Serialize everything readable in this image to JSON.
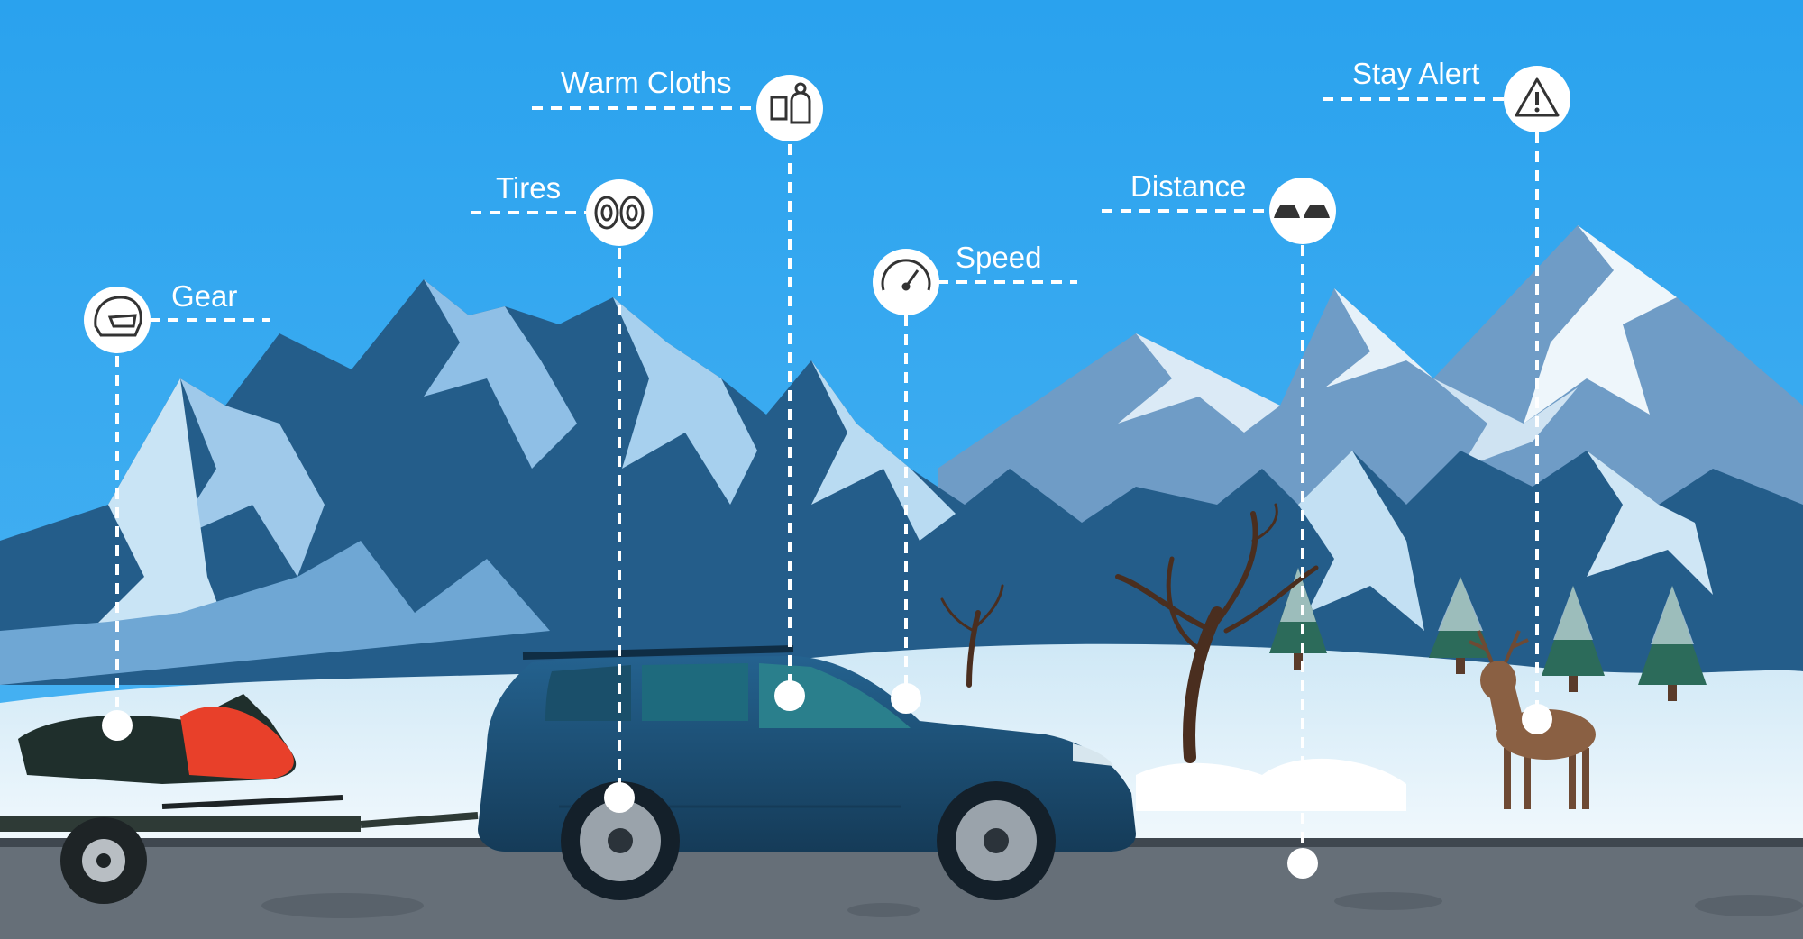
{
  "callouts": [
    {
      "key": "gear",
      "label": "Gear",
      "icon": "helmet-icon"
    },
    {
      "key": "tires",
      "label": "Tires",
      "icon": "tires-icon"
    },
    {
      "key": "warm_cloths",
      "label": "Warm Cloths",
      "icon": "warm-clothes-icon"
    },
    {
      "key": "speed",
      "label": "Speed",
      "icon": "speedometer-icon"
    },
    {
      "key": "distance",
      "label": "Distance",
      "icon": "cars-distance-icon"
    },
    {
      "key": "stay_alert",
      "label": "Stay Alert",
      "icon": "warning-icon"
    }
  ],
  "colors": {
    "sky": "#2ea6ef",
    "mountain_dark": "#1f5b86",
    "mountain_mid": "#3b7fb3",
    "snow": "#e8f4fb",
    "road": "#5b6670",
    "car_body": "#1d4e72",
    "snowmobile_red": "#e8402a",
    "callout_line": "#ffffff"
  }
}
